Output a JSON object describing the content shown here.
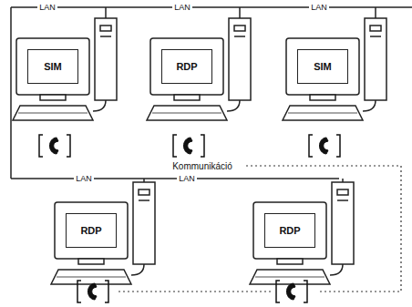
{
  "diagram": {
    "nodes": [
      {
        "text": [
          "SIM"
        ]
      },
      {
        "text": [
          "RDP"
        ]
      },
      {
        "text": [
          "SIM"
        ]
      },
      {
        "text": [
          "RDP"
        ]
      },
      {
        "text": [
          "RDP"
        ]
      }
    ],
    "labels": [
      "LAN",
      "LAN",
      "LAN",
      "LAN",
      "LAN",
      "Kommunikáció"
    ]
  }
}
